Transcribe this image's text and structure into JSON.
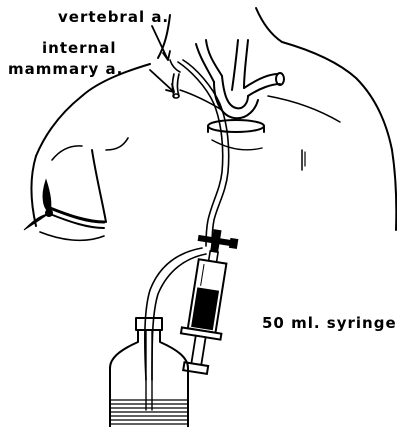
{
  "labels": {
    "vertebral": "vertebral a.",
    "internal_line1": "internal",
    "internal_line2": "mammary a.",
    "syringe": "50 ml. syringe"
  },
  "colors": {
    "ink": "#000000",
    "background": "#ffffff"
  }
}
